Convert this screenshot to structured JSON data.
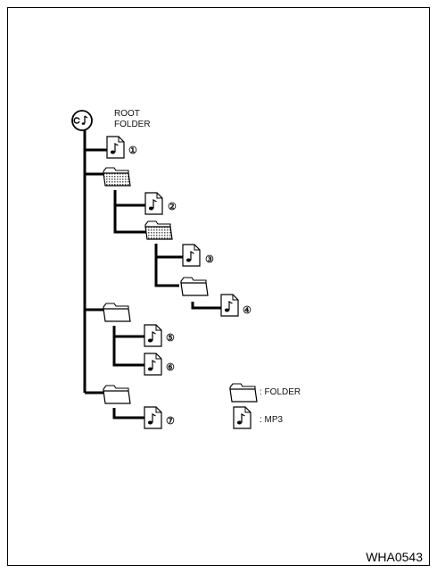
{
  "root": {
    "label_line1": "ROOT",
    "label_line2": "FOLDER",
    "icon": "cd-icon"
  },
  "files": [
    {
      "label": "①",
      "icon": "mp3-file-icon"
    },
    {
      "label": "②",
      "icon": "mp3-file-icon"
    },
    {
      "label": "③",
      "icon": "mp3-file-icon"
    },
    {
      "label": "④",
      "icon": "mp3-file-icon"
    },
    {
      "label": "⑤",
      "icon": "mp3-file-icon"
    },
    {
      "label": "⑥",
      "icon": "mp3-file-icon"
    },
    {
      "label": "⑦",
      "icon": "mp3-file-icon"
    }
  ],
  "folders": [
    {
      "icon": "folder-icon",
      "highlighted": true
    },
    {
      "icon": "folder-icon",
      "highlighted": true
    },
    {
      "icon": "folder-icon",
      "highlighted": false
    },
    {
      "icon": "folder-icon",
      "highlighted": false
    },
    {
      "icon": "folder-icon",
      "highlighted": false
    }
  ],
  "legend": {
    "folder_label": ": FOLDER",
    "mp3_label": ": MP3"
  },
  "figure_code": "WHA0543",
  "colors": {
    "line": "#000000",
    "folder_fill_highlight": "#9a9a9a",
    "background": "#ffffff"
  }
}
